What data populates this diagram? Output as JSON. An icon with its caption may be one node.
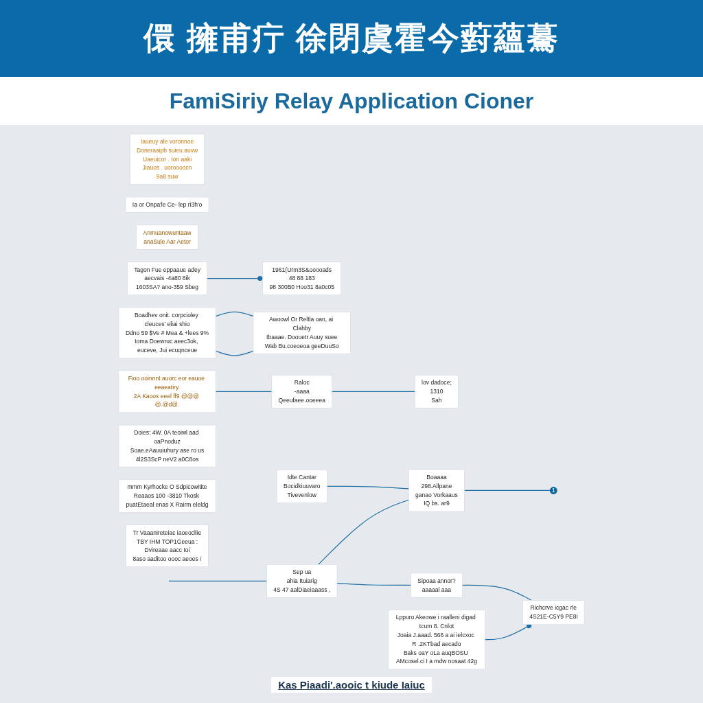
{
  "diagram": {
    "title": "儇 擁甫疔 徐閉虞霍今薱蘊驀",
    "nodes": [
      {
        "text": [
          "Tagon Fue eppaaue adey",
          "aecvais -4a80 8ik",
          "1603SA? ano-359 Sbeg"
        ]
      },
      {
        "text": [
          "1961(Urm3S&ooooads",
          "48 88 183",
          "98 300B0 Hoo31 8a0c05"
        ]
      },
      {
        "text": [
          "Anmuanowuntaaw",
          "anaSule Aar Aetor"
        ]
      },
      {
        "text": [
          "Boadhev onit. corpcioley cleuces' eliai shio",
          "Ddno 59 $Ve # Mea & +lees 9%",
          "toma Doewruc aeec3ok, euceve, Jui ecuqnceue"
        ]
      },
      {
        "text": [
          "Fioo ooinnnt auorc eor eauoe eeaeatiry.",
          "2A Kaoos eeel ff9 @@@ @.@d@."
        ]
      },
      {
        "text": [
          "Raloc",
          "-aaaa",
          "Qeeufaee.ooeeea"
        ]
      },
      {
        "text": [
          "Iaueuy ale voronnoe",
          "Doneraaipb suieu.auvw",
          "Uaeuicor . Ion aaki",
          "Jiauos . uoroooocn",
          "9a8 suw"
        ]
      },
      {
        "text": [
          "lov dadoce;",
          "1310",
          "Sah"
        ]
      },
      {
        "text": [
          "Awoowl Or Reltla oan, ai Clahby",
          "Ibaaae. Doouetr Auuy suee",
          "Wab Bu.coeoeoa geeDuuSo"
        ]
      },
      {
        "text": [
          "Ia or Onpa'le Ce- lep ri3h'o"
        ]
      },
      {
        "text": [
          "Doies: 4W. 0A teoiwl aad oaPnoduz",
          "Soae.eAauuiuhury ase ro us",
          "4l2S3ScP neV2 a0C8os"
        ]
      },
      {
        "text": [
          "Idte Cantar",
          "Bocidkiuuvaro",
          "Tivevenlow"
        ]
      },
      {
        "text": [
          "Sep ua",
          "ahia Ituiarig",
          "4S 47 aalDiaeiaaass ,"
        ]
      },
      {
        "text": [
          "Boaaaa",
          "298.Allpane",
          "ganao Vorkaaus",
          "IQ bs. ar9"
        ]
      },
      {
        "text": [
          "Sipoaa annor?",
          "aaaaal aaa"
        ]
      },
      {
        "text": [
          "Richcrve icgac rle",
          "4S21E-C5Y9 PE8i"
        ]
      },
      {
        "text": [
          "1"
        ]
      },
      {
        "text": [
          "Lppuro Akeowe i raalleni digad tcum 8. Cnlot",
          "Joaia J.aaad. 566 a ai ielcxoc R .2KTbad aecado",
          "Baks oaY oLa auqBOSU AMcosel.ci I a mdw nosaat 42g"
        ]
      },
      {
        "text": [
          "mmm Kyrhocke O Sdpicowitite",
          "Reaaos 100 -3810 Tkosk puatEtaeal enas X Rairm eleldg"
        ]
      },
      {
        "text": [
          "Tr Vaaanireteiac iaoeocliie",
          "TBY IHM TOP1Geeua :",
          "Dvireaae aacc toi",
          "8aso aaditoo oooc aeoes /"
        ]
      }
    ],
    "edges": [
      {
        "from": 0,
        "to": 1,
        "arrow": "other"
      },
      {
        "from": 3,
        "to": 8,
        "arrow": "none"
      },
      {
        "from": 3,
        "to": 8,
        "arrow": "none"
      },
      {
        "from": 4,
        "to": 5,
        "arrow": "none"
      },
      {
        "from": 5,
        "to": 7,
        "arrow": "none"
      },
      {
        "from": 11,
        "to": 13,
        "arrow": "none"
      },
      {
        "from": 13,
        "to": 16,
        "arrow": "none"
      },
      {
        "from": null,
        "to": 12,
        "arrow": "none"
      },
      {
        "from": 12,
        "to": 13,
        "arrow": "none"
      },
      {
        "from": 12,
        "to": 14,
        "arrow": "none"
      },
      {
        "from": 14,
        "to": 15,
        "arrow": "none"
      },
      {
        "from": 17,
        "to": 15,
        "arrow": "other"
      }
    ],
    "labels": [
      "FamiSiriy Relay Application Cioner",
      "Kas Piaadi'.aooic t kiude Iaiuc"
    ]
  }
}
